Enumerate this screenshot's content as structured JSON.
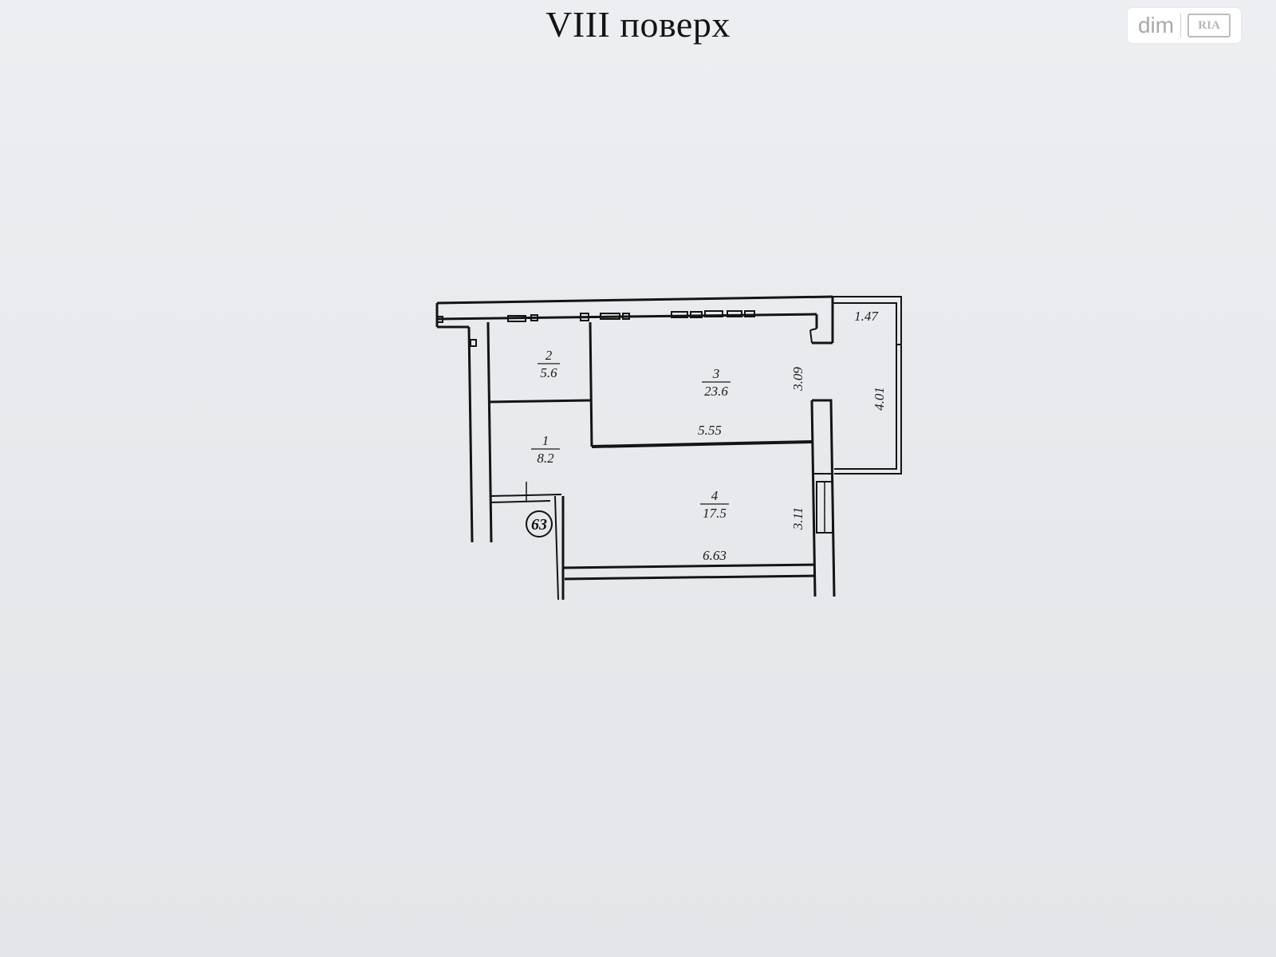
{
  "title": "VIII поверх",
  "watermark": {
    "text": "dim",
    "badge": "RIA"
  },
  "plan": {
    "apartment_number": "63",
    "rooms": [
      {
        "number": "1",
        "area": "8.2"
      },
      {
        "number": "2",
        "area": "5.6"
      },
      {
        "number": "3",
        "area": "23.6"
      },
      {
        "number": "4",
        "area": "17.5"
      }
    ],
    "dimensions": {
      "balcony_width": "1.47",
      "balcony_length": "4.01",
      "room3_depth": "3.09",
      "room3_width": "5.55",
      "room4_depth": "3.11",
      "room4_width": "6.63"
    }
  },
  "colors": {
    "background": "#e9ebee",
    "wall": "#141414",
    "text": "#1c1c1c"
  }
}
